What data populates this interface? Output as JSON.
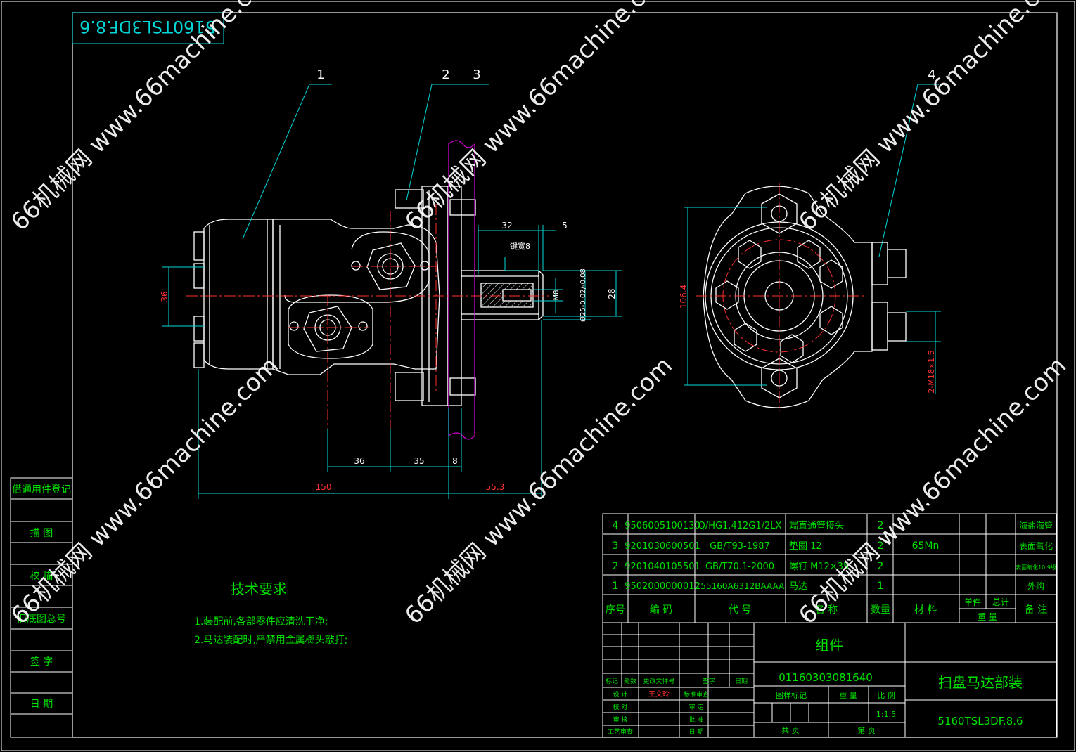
{
  "stamp": "5160TSL3DF.8.6",
  "balloons": [
    "1",
    "2",
    "3",
    "4"
  ],
  "dimensions": {
    "d36_left": "36",
    "d32": "32",
    "d5": "5",
    "key": "键宽8",
    "m8": "M8",
    "shaft_dia": "Ø25-0.02/-0.08",
    "d28": "28",
    "d36_bottom": "36",
    "d35": "35",
    "d8": "8",
    "d150": "150",
    "d55_3": "55.3",
    "d106_4": "106.4",
    "port": "2-M18×1.5"
  },
  "left_column": [
    "借通用件登记",
    "描 图",
    "校 描",
    "旧底图总号",
    "签 字",
    "日 期"
  ],
  "tech": {
    "title": "技术要求",
    "lines": [
      "1.装配前,各部零件应清洗干净;",
      "2.马达装配时,严禁用金属榔头敲打;"
    ]
  },
  "bom": {
    "rows": [
      {
        "no": "4",
        "code": "9506005100130",
        "std": "Q/HG1.412G1/2LX",
        "name": "端直通管接头",
        "qty": "2",
        "material": "",
        "remark": "海盐海管"
      },
      {
        "no": "3",
        "code": "9201030600501",
        "std": "GB/T93-1987",
        "name": "垫圈 12",
        "qty": "2",
        "material": "65Mn",
        "remark": "表面氧化"
      },
      {
        "no": "2",
        "code": "9201040105501",
        "std": "GB/T70.1-2000",
        "name": "螺钉 M12×35",
        "qty": "2",
        "material": "",
        "remark": "表面氧化10.9级"
      },
      {
        "no": "1",
        "code": "9502000000012",
        "std": "155160A6312BAAAA",
        "name": "马达",
        "qty": "1",
        "material": "",
        "remark": "外购"
      }
    ],
    "header": {
      "no": "序号",
      "code": "编 码",
      "std": "代 号",
      "name": "名 称",
      "qty": "数量",
      "material": "材 料",
      "unit": "单件",
      "total": "总计",
      "weight": "重 量",
      "remark": "备 注"
    }
  },
  "title_block": {
    "type": "组件",
    "code": "01160303081640",
    "title": "扫盘马达部装",
    "drawing_no": "5160TSL3DF.8.6",
    "stage": "图样标记",
    "weight": "重 量",
    "scale_label": "比 例",
    "scale": "1:1.5",
    "sheets": "共 页",
    "sheet": "第 页",
    "labels": {
      "mark": "标记",
      "place": "处数",
      "change": "更改文件号",
      "sign": "签字",
      "date": "日期",
      "design": "设 计",
      "designer": "王文玲",
      "std_check": "标准审查",
      "proof": "校 对",
      "review": "审 定",
      "audit": "审 核",
      "approve": "批 准",
      "process": "工艺审查",
      "date2": "日 期"
    }
  },
  "watermark": "66机械网 www.66machine.com",
  "colors": {
    "border": "#ffffff",
    "dim": "#00d8d8",
    "text": "#00e000",
    "center": "#ff3030",
    "phantom": "#d000d0"
  }
}
